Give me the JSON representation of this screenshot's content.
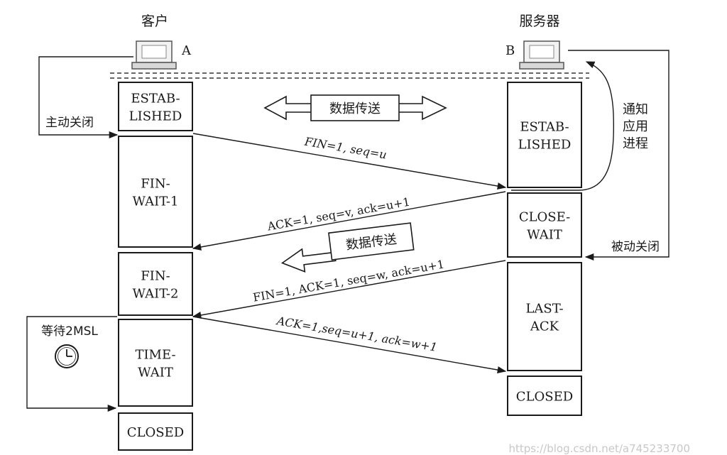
{
  "hosts": {
    "client": {
      "title": "客户",
      "letter": "A"
    },
    "server": {
      "title": "服务器",
      "letter": "B"
    }
  },
  "client_states": [
    "ESTAB-\nLISHED",
    "FIN-\nWAIT-1",
    "FIN-\nWAIT-2",
    "TIME-\nWAIT",
    "CLOSED"
  ],
  "server_states": [
    "ESTAB-\nLISHED",
    "CLOSE-\nWAIT",
    "LAST-\nACK",
    "CLOSED"
  ],
  "messages": {
    "fin1": "FIN=1, seq=u",
    "ack1": "ACK=1, seq=v, ack=u+1",
    "fin2": "FIN=1, ACK=1, seq=w, ack=u+1",
    "ack2": "ACK=1,seq=u+1, ack=w+1"
  },
  "data_transfer": {
    "bidirectional": "数据传送",
    "one_way": "数据传送"
  },
  "labels": {
    "active_close": "主动关闭",
    "passive_close": "被动关闭",
    "notify_app": [
      "通知",
      "应用",
      "进程"
    ],
    "wait_2msl": "等待2MSL"
  },
  "watermark": "https://blog.csdn.net/a745233700"
}
